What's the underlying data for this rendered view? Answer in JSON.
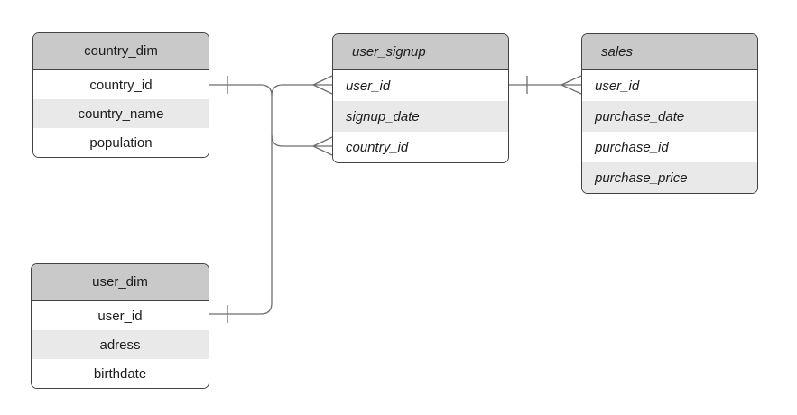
{
  "diagram": {
    "kind": "entity-relationship-diagram",
    "background": "#ffffff"
  },
  "colors": {
    "header_fill": "#c9c9c9",
    "alt_row_fill": "#e9e9e9",
    "row_fill": "#ffffff",
    "table_border": "#424242",
    "connector": "#6e6e6e",
    "text": "#1c1c1c"
  },
  "tables": {
    "country_dim": {
      "title": "country_dim",
      "columns": [
        "country_id",
        "country_name",
        "population"
      ]
    },
    "user_dim": {
      "title": "user_dim",
      "columns": [
        "user_id",
        "adress",
        "birthdate"
      ]
    },
    "user_signup": {
      "title": "user_signup",
      "columns": [
        "user_id",
        "signup_date",
        "country_id"
      ]
    },
    "sales": {
      "title": "sales",
      "columns": [
        "user_id",
        "purchase_date",
        "purchase_id",
        "purchase_price"
      ]
    }
  },
  "relationships": [
    {
      "from_table": "country_dim",
      "from_column": "country_id",
      "from_cardinality": "one",
      "to_table": "user_signup",
      "to_column": "country_id",
      "to_cardinality": "many"
    },
    {
      "from_table": "user_dim",
      "from_column": "user_id",
      "from_cardinality": "one",
      "to_table": "user_signup",
      "to_column": "user_id",
      "to_cardinality": "many"
    },
    {
      "from_table": "user_signup",
      "from_column": "user_id",
      "from_cardinality": "one",
      "to_table": "sales",
      "to_column": "user_id",
      "to_cardinality": "many"
    }
  ]
}
